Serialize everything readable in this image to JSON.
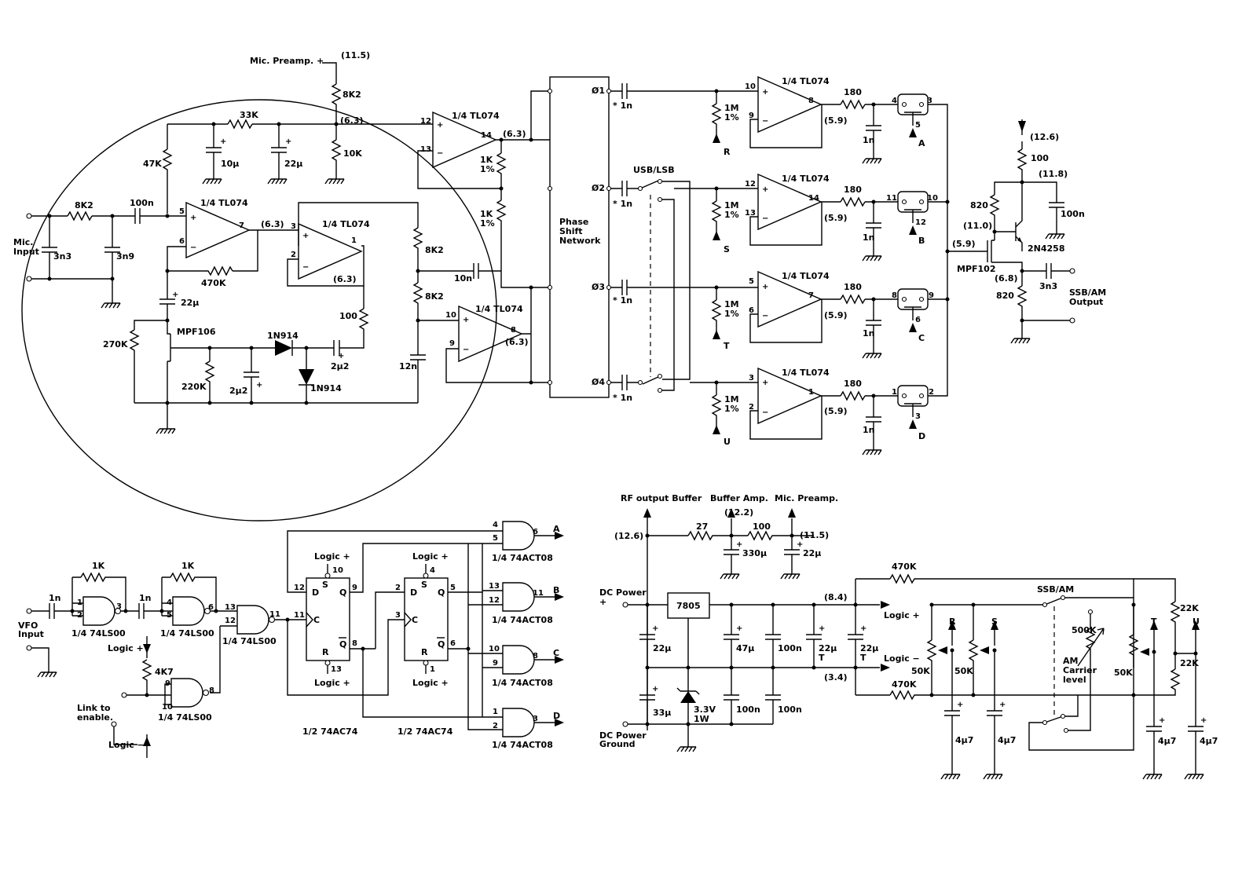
{
  "labels": {
    "mic_preamp_plus": "Mic. Preamp. +",
    "v_11_5": "(11.5)",
    "v_6_3": "(6.3)",
    "r_8k2": "8K2",
    "r_33k": "33K",
    "r_10k": "10K",
    "r_47k": "47K",
    "c_10u": "10µ",
    "c_22u": "22µ",
    "r_1k": "1K",
    "pct_1": "1%",
    "ic_tl074": "1/4 TL074",
    "c_100n": "100n",
    "mic_input_1": "Mic.",
    "mic_input_2": "Input",
    "c_3n3": "3n3",
    "c_3n9": "3n9",
    "r_470k": "470K",
    "r_270k": "270K",
    "r_220k": "220K",
    "q_mpf106": "MPF106",
    "d_1n914": "1N914",
    "c_2u2": "2µ2",
    "r_100": "100",
    "c_10n": "10n",
    "c_12n": "12n",
    "pin_1": "1",
    "pin_2": "2",
    "pin_3": "3",
    "pin_4": "4",
    "pin_5": "5",
    "pin_6": "6",
    "pin_7": "7",
    "pin_8": "8",
    "pin_9": "9",
    "pin_10": "10",
    "pin_11": "11",
    "pin_12": "12",
    "pin_13": "13",
    "pin_14": "14",
    "plus": "+",
    "minus": "−",
    "psn_1": "Phase",
    "psn_2": "Shift",
    "psn_3": "Network",
    "phi1": "Ø1",
    "phi2": "Ø2",
    "phi3": "Ø3",
    "phi4": "Ø4",
    "c_star_1n": "* 1n",
    "usb_lsb": "USB/LSB",
    "r_1m": "1M",
    "r_180": "180",
    "v_5_9": "(5.9)",
    "c_1n": "1n",
    "ch_r": "R",
    "ch_s": "S",
    "ch_t": "T",
    "ch_u": "U",
    "ch_a": "A",
    "ch_b": "B",
    "ch_c": "C",
    "ch_d": "D",
    "v_12_6": "(12.6)",
    "v_11_8": "(11.8)",
    "v_11_0": "(11.0)",
    "v_6_8": "(6.8)",
    "r_820": "820",
    "q_2n4258": "2N4258",
    "q_mpf102": "MPF102",
    "ssb_am_output_1": "SSB/AM",
    "ssb_am_output_2": "Output",
    "vfo_1": "VFO",
    "vfo_2": "Input",
    "ic_74ls00": "1/4 74LS00",
    "logic_plus": "Logic +",
    "logic_minus": "Logic −",
    "r_4k7": "4K7",
    "link_1": "Link to",
    "link_2": "enable.",
    "ff_s": "S",
    "ff_r": "R",
    "ff_d": "D",
    "ff_c": "C",
    "ff_q": "Q",
    "ff_qbar": "Q",
    "ic_74ac74": "1/2 74AC74",
    "ic_74act08": "1/4 74ACT08",
    "rf_output_buffer": "RF output Buffer",
    "buffer_amp": "Buffer Amp.",
    "mic_preamp": "Mic. Preamp.",
    "v_12_2": "(12.2)",
    "r_27": "27",
    "c_330u": "330µ",
    "dc_power_1": "DC Power",
    "dc_power_2": "+",
    "dc_ground_1": "DC Power",
    "dc_ground_2": "Ground",
    "reg_7805": "7805",
    "c_47u": "47µ",
    "c_33u": "33µ",
    "zener_1": "3.3V",
    "zener_2": "1W",
    "c_22u_t": "T",
    "v_8_4": "(8.4)",
    "v_3_4": "(3.4)",
    "r_50k": "50K",
    "r_500k": "500K",
    "r_22k": "22K",
    "c_4u7": "4µ7",
    "ssb_am": "SSB/AM",
    "am_1": "AM",
    "am_2": "Carrier",
    "am_3": "level"
  }
}
